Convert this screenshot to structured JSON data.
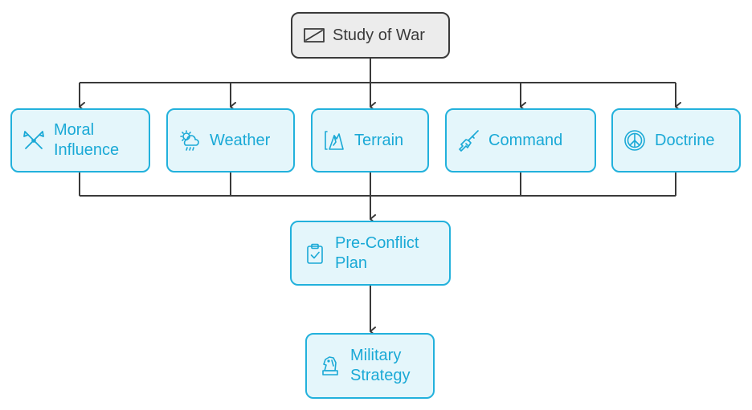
{
  "colors": {
    "line": "#3a3a3a",
    "root_fill": "#ececec",
    "root_border": "#3a3a3a",
    "child_fill": "#e4f6fb",
    "child_border": "#22b1dc",
    "child_text": "#1aa9d6"
  },
  "root": {
    "label": "Study of War",
    "icon": "canvas-icon"
  },
  "factors": [
    {
      "label": "Moral\nInfluence",
      "icon": "crossed-flags-icon"
    },
    {
      "label": "Weather",
      "icon": "sun-rain-cloud-icon"
    },
    {
      "label": "Terrain",
      "icon": "mountain-icon"
    },
    {
      "label": "Command",
      "icon": "rifle-icon"
    },
    {
      "label": "Doctrine",
      "icon": "peace-sign-icon"
    }
  ],
  "plan": {
    "label": "Pre-Conflict\nPlan",
    "icon": "clipboard-check-icon"
  },
  "strategy": {
    "label": "Military\nStrategy",
    "icon": "chess-knight-icon"
  }
}
